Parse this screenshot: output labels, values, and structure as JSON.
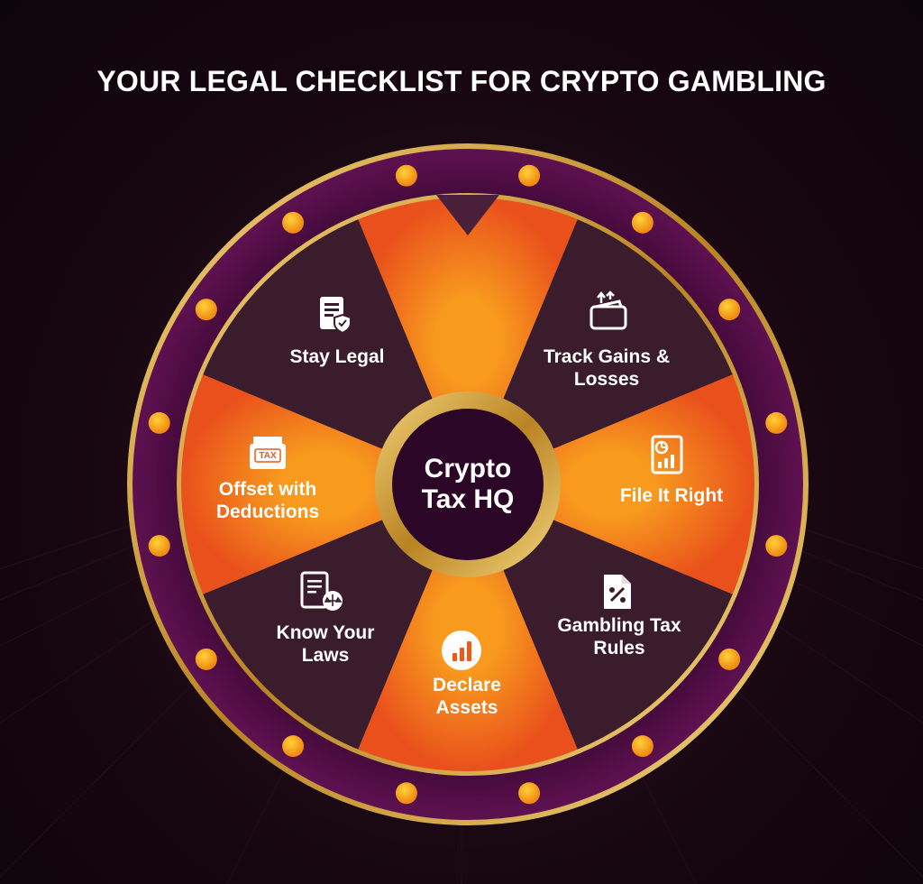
{
  "title": "YOUR LEGAL CHECKLIST FOR CRYPTO GAMBLING",
  "hub": {
    "line1": "Crypto",
    "line2": "Tax HQ"
  },
  "segments": [
    {
      "label1": "Stay Legal",
      "label2": "",
      "icon": "document-shield-icon"
    },
    {
      "label1": "Track Gains &",
      "label2": "Losses",
      "icon": "wallet-arrows-icon"
    },
    {
      "label1": "File It Right",
      "label2": "",
      "icon": "report-chart-icon"
    },
    {
      "label1": "Gambling Tax",
      "label2": "Rules",
      "icon": "percent-document-icon"
    },
    {
      "label1": "Declare",
      "label2": "Assets",
      "icon": "bar-chart-circle-icon"
    },
    {
      "label1": "Know Your",
      "label2": "Laws",
      "icon": "law-document-icon"
    },
    {
      "label1": "Offset with",
      "label2": "Deductions",
      "icon": "tax-folder-icon"
    }
  ],
  "tax_icon_text": "TAX",
  "colors": {
    "orange": "#ea5a1c",
    "orange_light": "#f6901e",
    "dark_wedge": "#3b1c2c",
    "rim": "#4a0a3e",
    "gold": "#d9a83a"
  }
}
